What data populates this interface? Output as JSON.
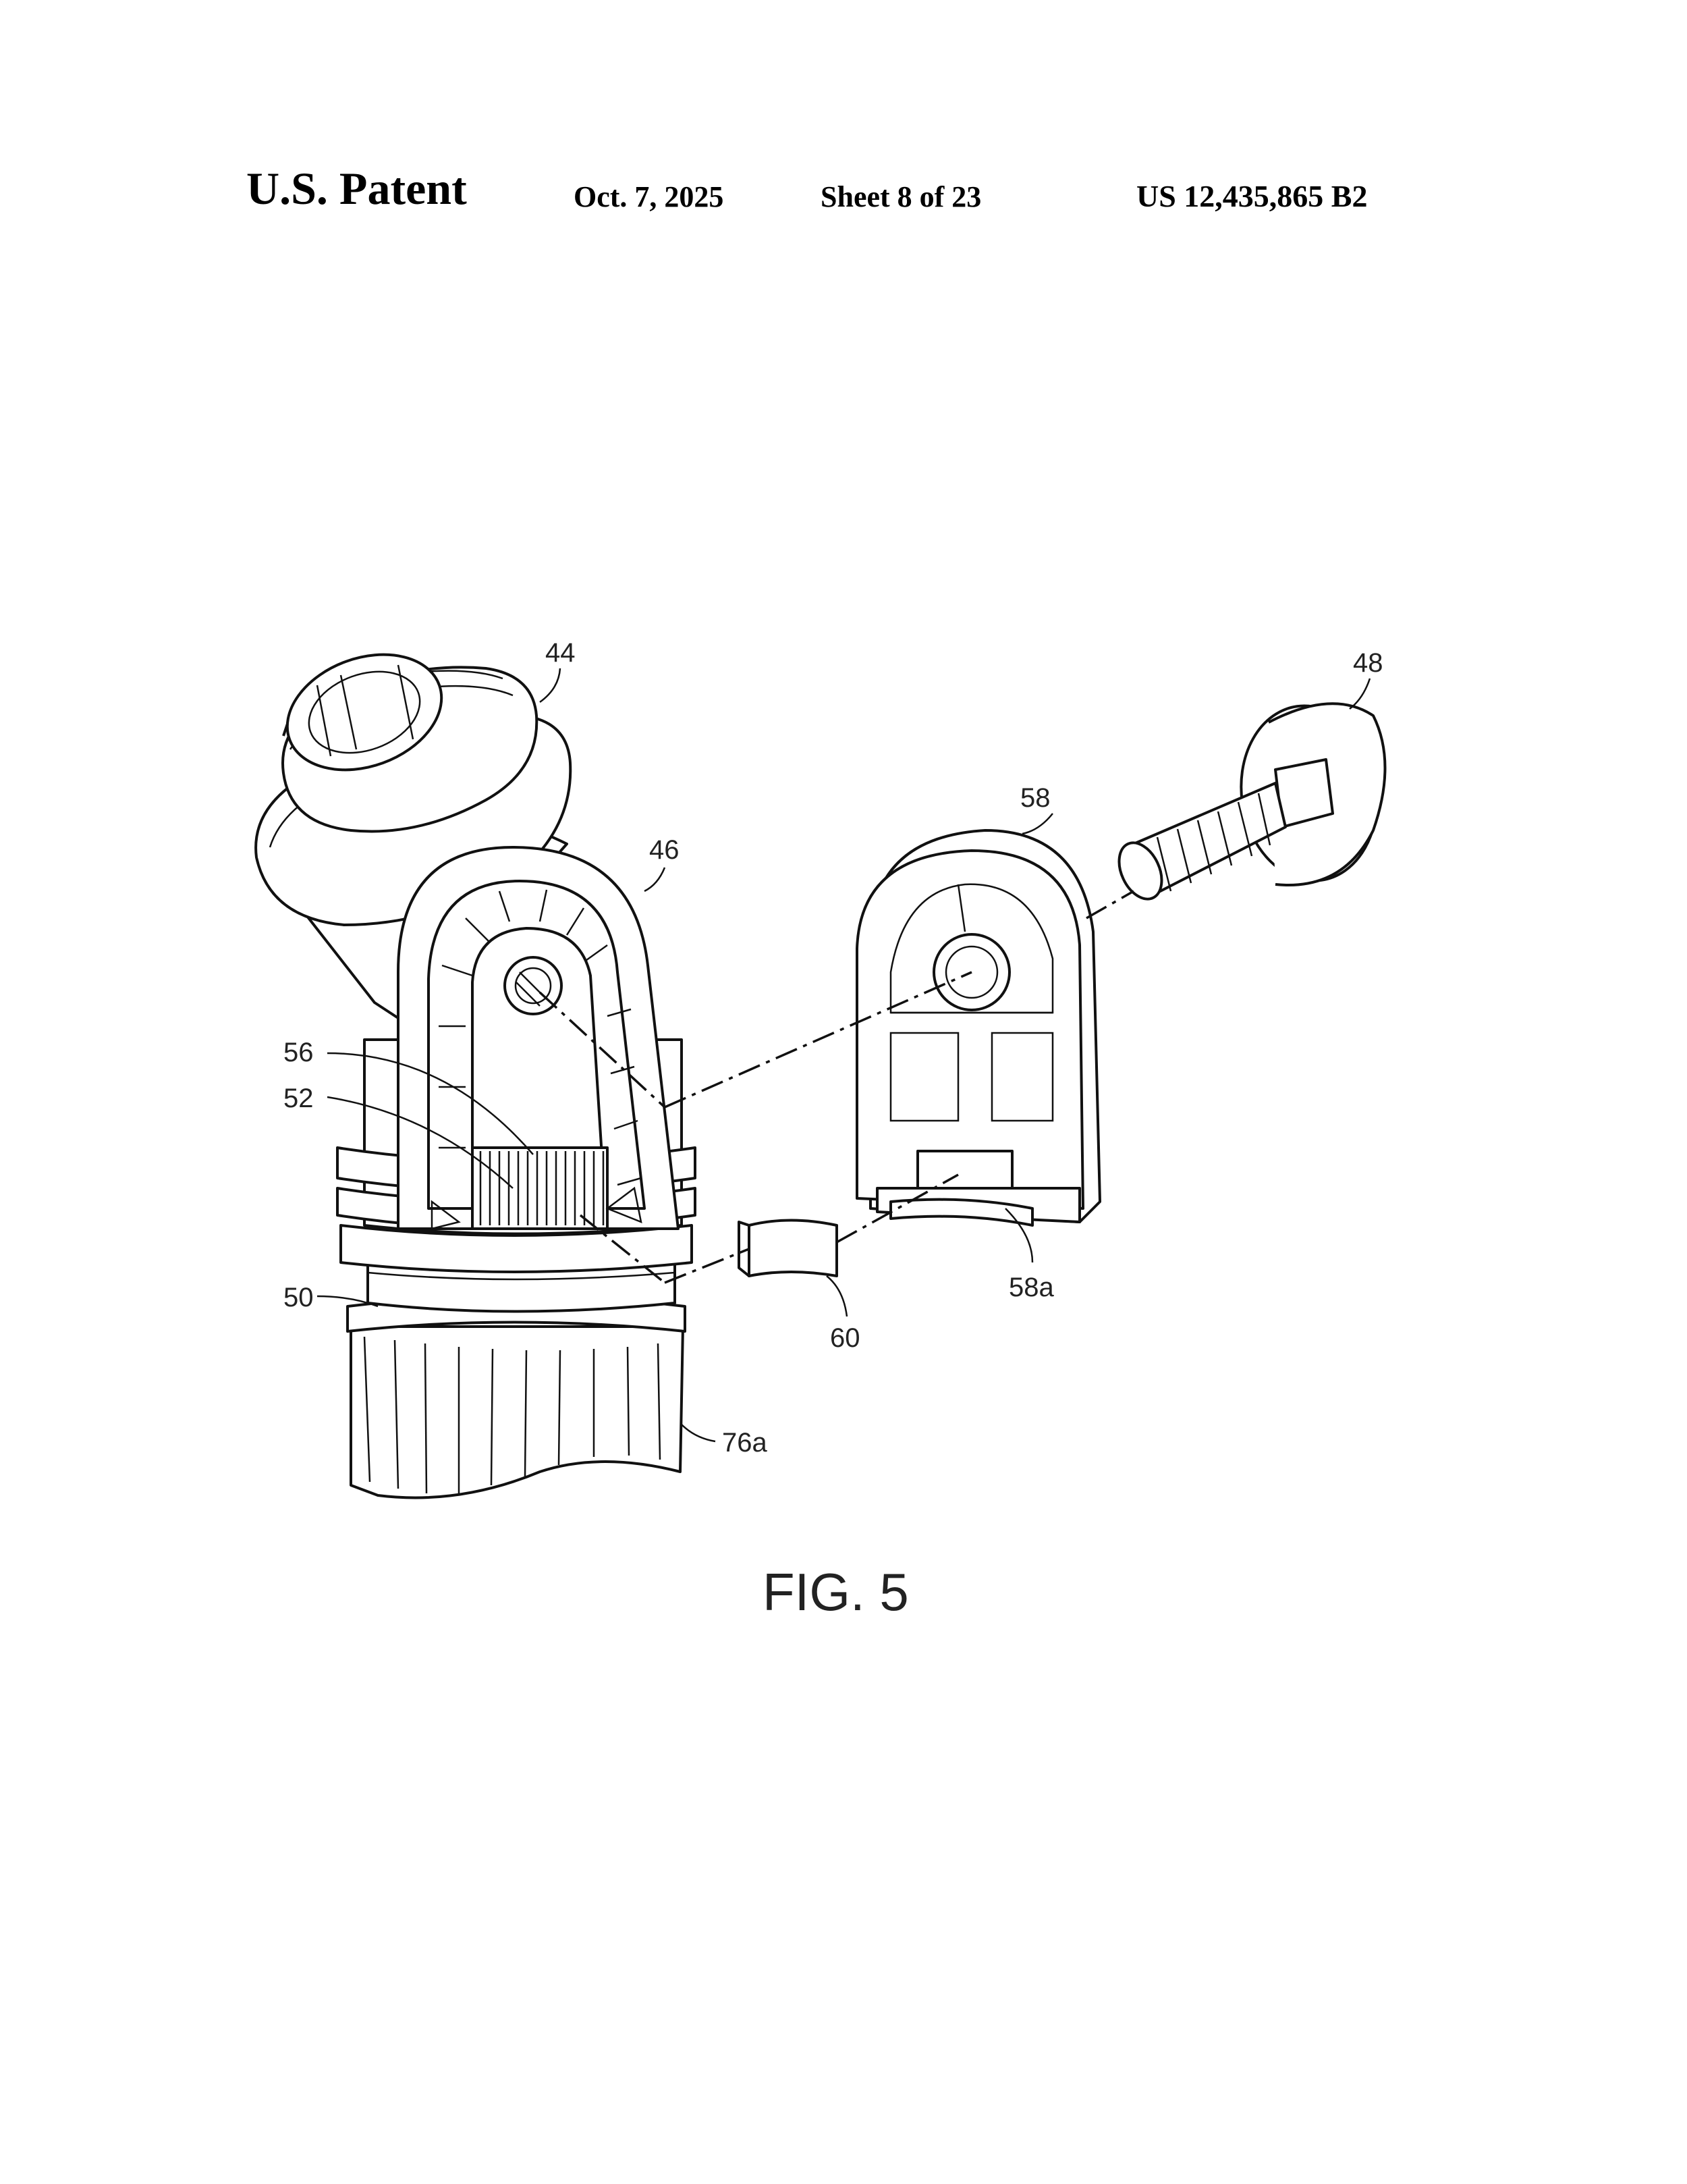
{
  "header": {
    "left": "U.S. Patent",
    "date": "Oct. 7, 2025",
    "sheet": "Sheet 8 of 23",
    "number": "US 12,435,865 B2"
  },
  "figure": {
    "caption": "FIG. 5",
    "labels": {
      "l44": "44",
      "l46": "46",
      "l48": "48",
      "l50": "50",
      "l52": "52",
      "l56": "56",
      "l58": "58",
      "l58a": "58a",
      "l60": "60",
      "l76a": "76a"
    }
  }
}
